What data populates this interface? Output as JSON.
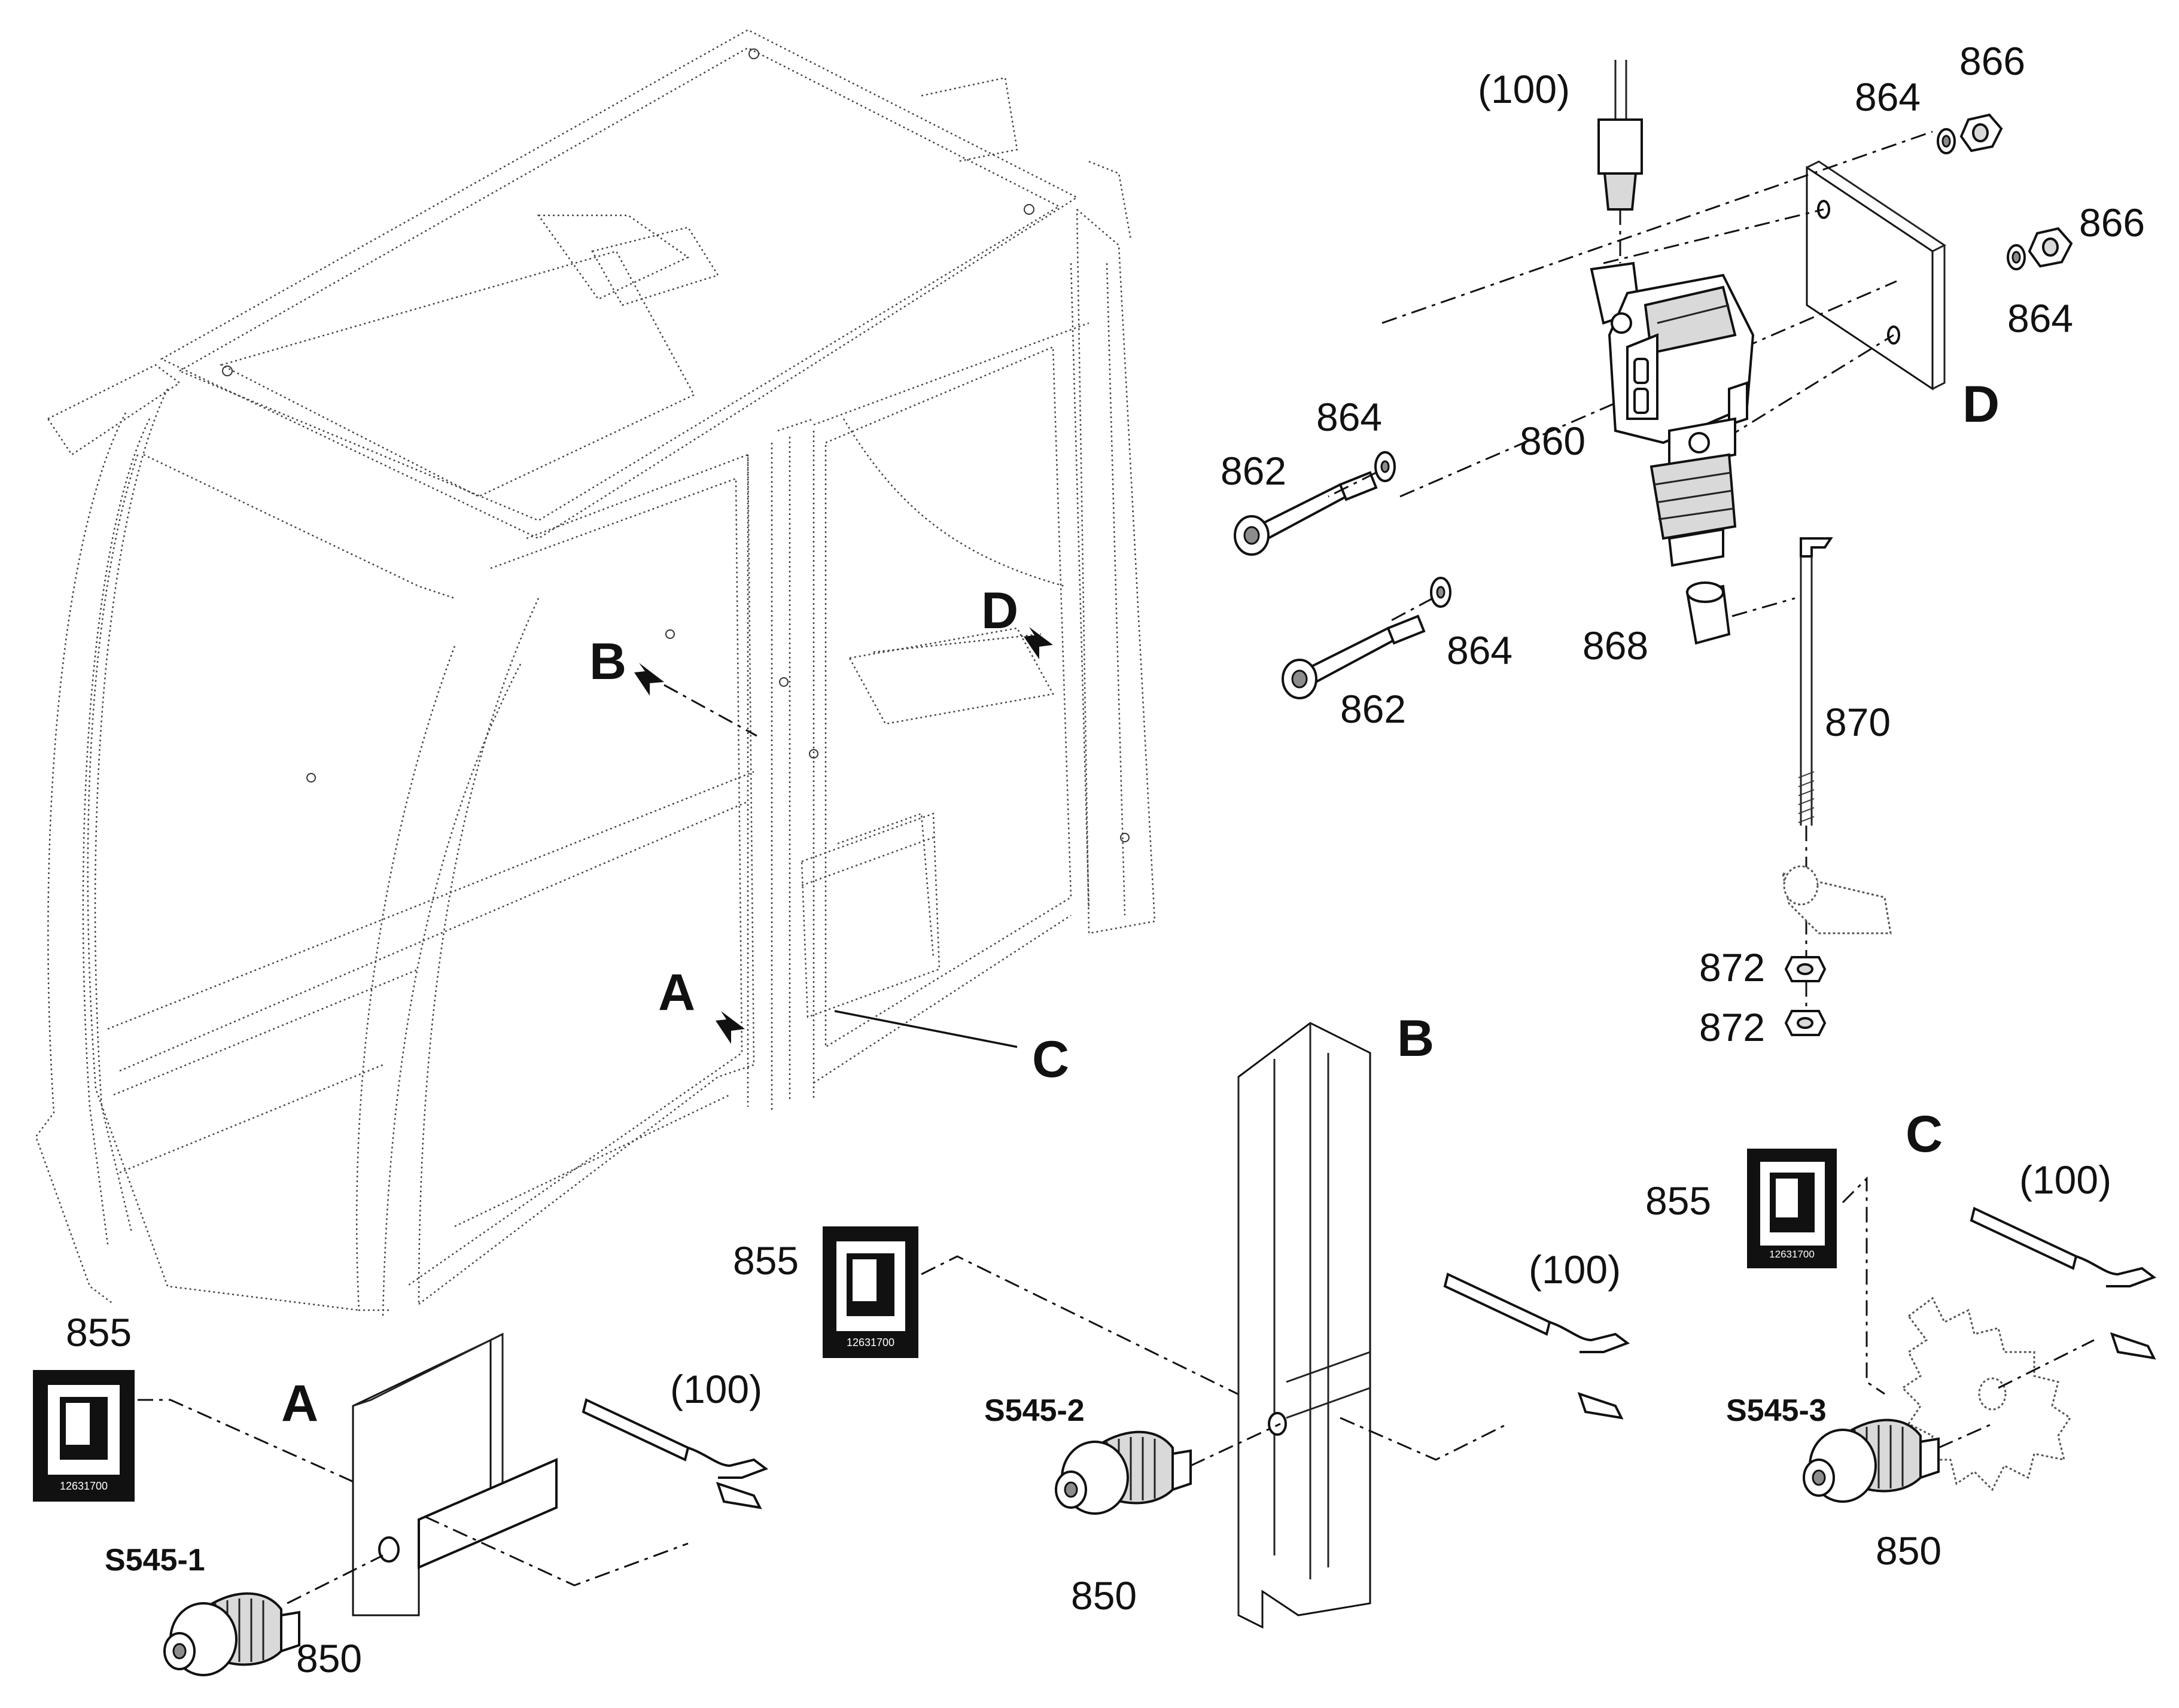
{
  "labels": {
    "main_cab": {
      "callout_a": "A",
      "callout_b": "B",
      "callout_c": "C",
      "callout_d": "D"
    },
    "detail_d": {
      "title": "D",
      "wire": "(100)",
      "washer_top": "864",
      "nut_top": "866",
      "nut_right": "866",
      "washer_right": "864",
      "washer_left": "864",
      "bolt_top": "862",
      "actuator": "860",
      "washer_bottom": "864",
      "bolt_bottom": "862",
      "clip": "868",
      "rod": "870",
      "nut_upper": "872",
      "nut_lower": "872"
    },
    "detail_a": {
      "title": "A",
      "decal": "855",
      "wire": "(100)",
      "switch_id": "S545-1",
      "switch": "850"
    },
    "detail_b": {
      "title": "B",
      "decal": "855",
      "wire": "(100)",
      "switch_id": "S545-2",
      "switch": "850"
    },
    "detail_c": {
      "title": "C",
      "decal": "855",
      "wire": "(100)",
      "switch_id": "S545-3",
      "switch": "850"
    }
  },
  "decal_text": "12631700"
}
